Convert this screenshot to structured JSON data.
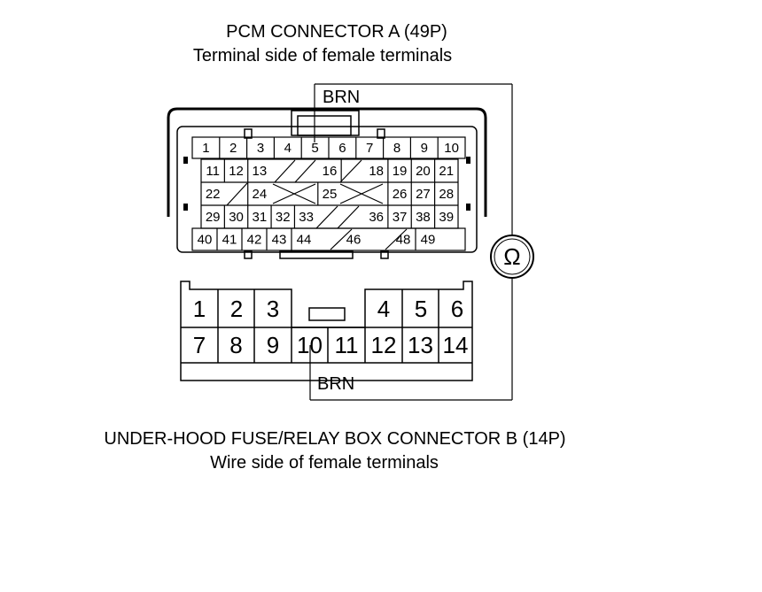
{
  "pcm_connector": {
    "title": "PCM CONNECTOR A (49P)",
    "subtitle": "Terminal side of female terminals",
    "wire_color": "BRN",
    "rows": [
      [
        "1",
        "2",
        "3",
        "4",
        "5",
        "6",
        "7",
        "8",
        "9",
        "10"
      ],
      [
        "11",
        "12",
        "13",
        "",
        "",
        "16",
        "",
        "18",
        "19",
        "20",
        "21"
      ],
      [
        "22",
        "",
        "24",
        "",
        "",
        "25",
        "",
        "",
        "26",
        "27",
        "28"
      ],
      [
        "29",
        "30",
        "31",
        "32",
        "33",
        "",
        "",
        "36",
        "37",
        "38",
        "39"
      ],
      [
        "40",
        "41",
        "42",
        "43",
        "44",
        "",
        "46",
        "",
        "48",
        "49"
      ]
    ]
  },
  "fuse_box_connector": {
    "title": "UNDER-HOOD FUSE/RELAY BOX CONNECTOR B (14P)",
    "subtitle": "Wire side of female terminals",
    "wire_color": "BRN",
    "top_left": [
      "1",
      "2",
      "3"
    ],
    "top_right": [
      "4",
      "5",
      "6"
    ],
    "bottom": [
      "7",
      "8",
      "9",
      "10",
      "11",
      "12",
      "13",
      "14"
    ]
  },
  "meter": {
    "symbol": "Ω",
    "icon": "ohmmeter-icon"
  }
}
